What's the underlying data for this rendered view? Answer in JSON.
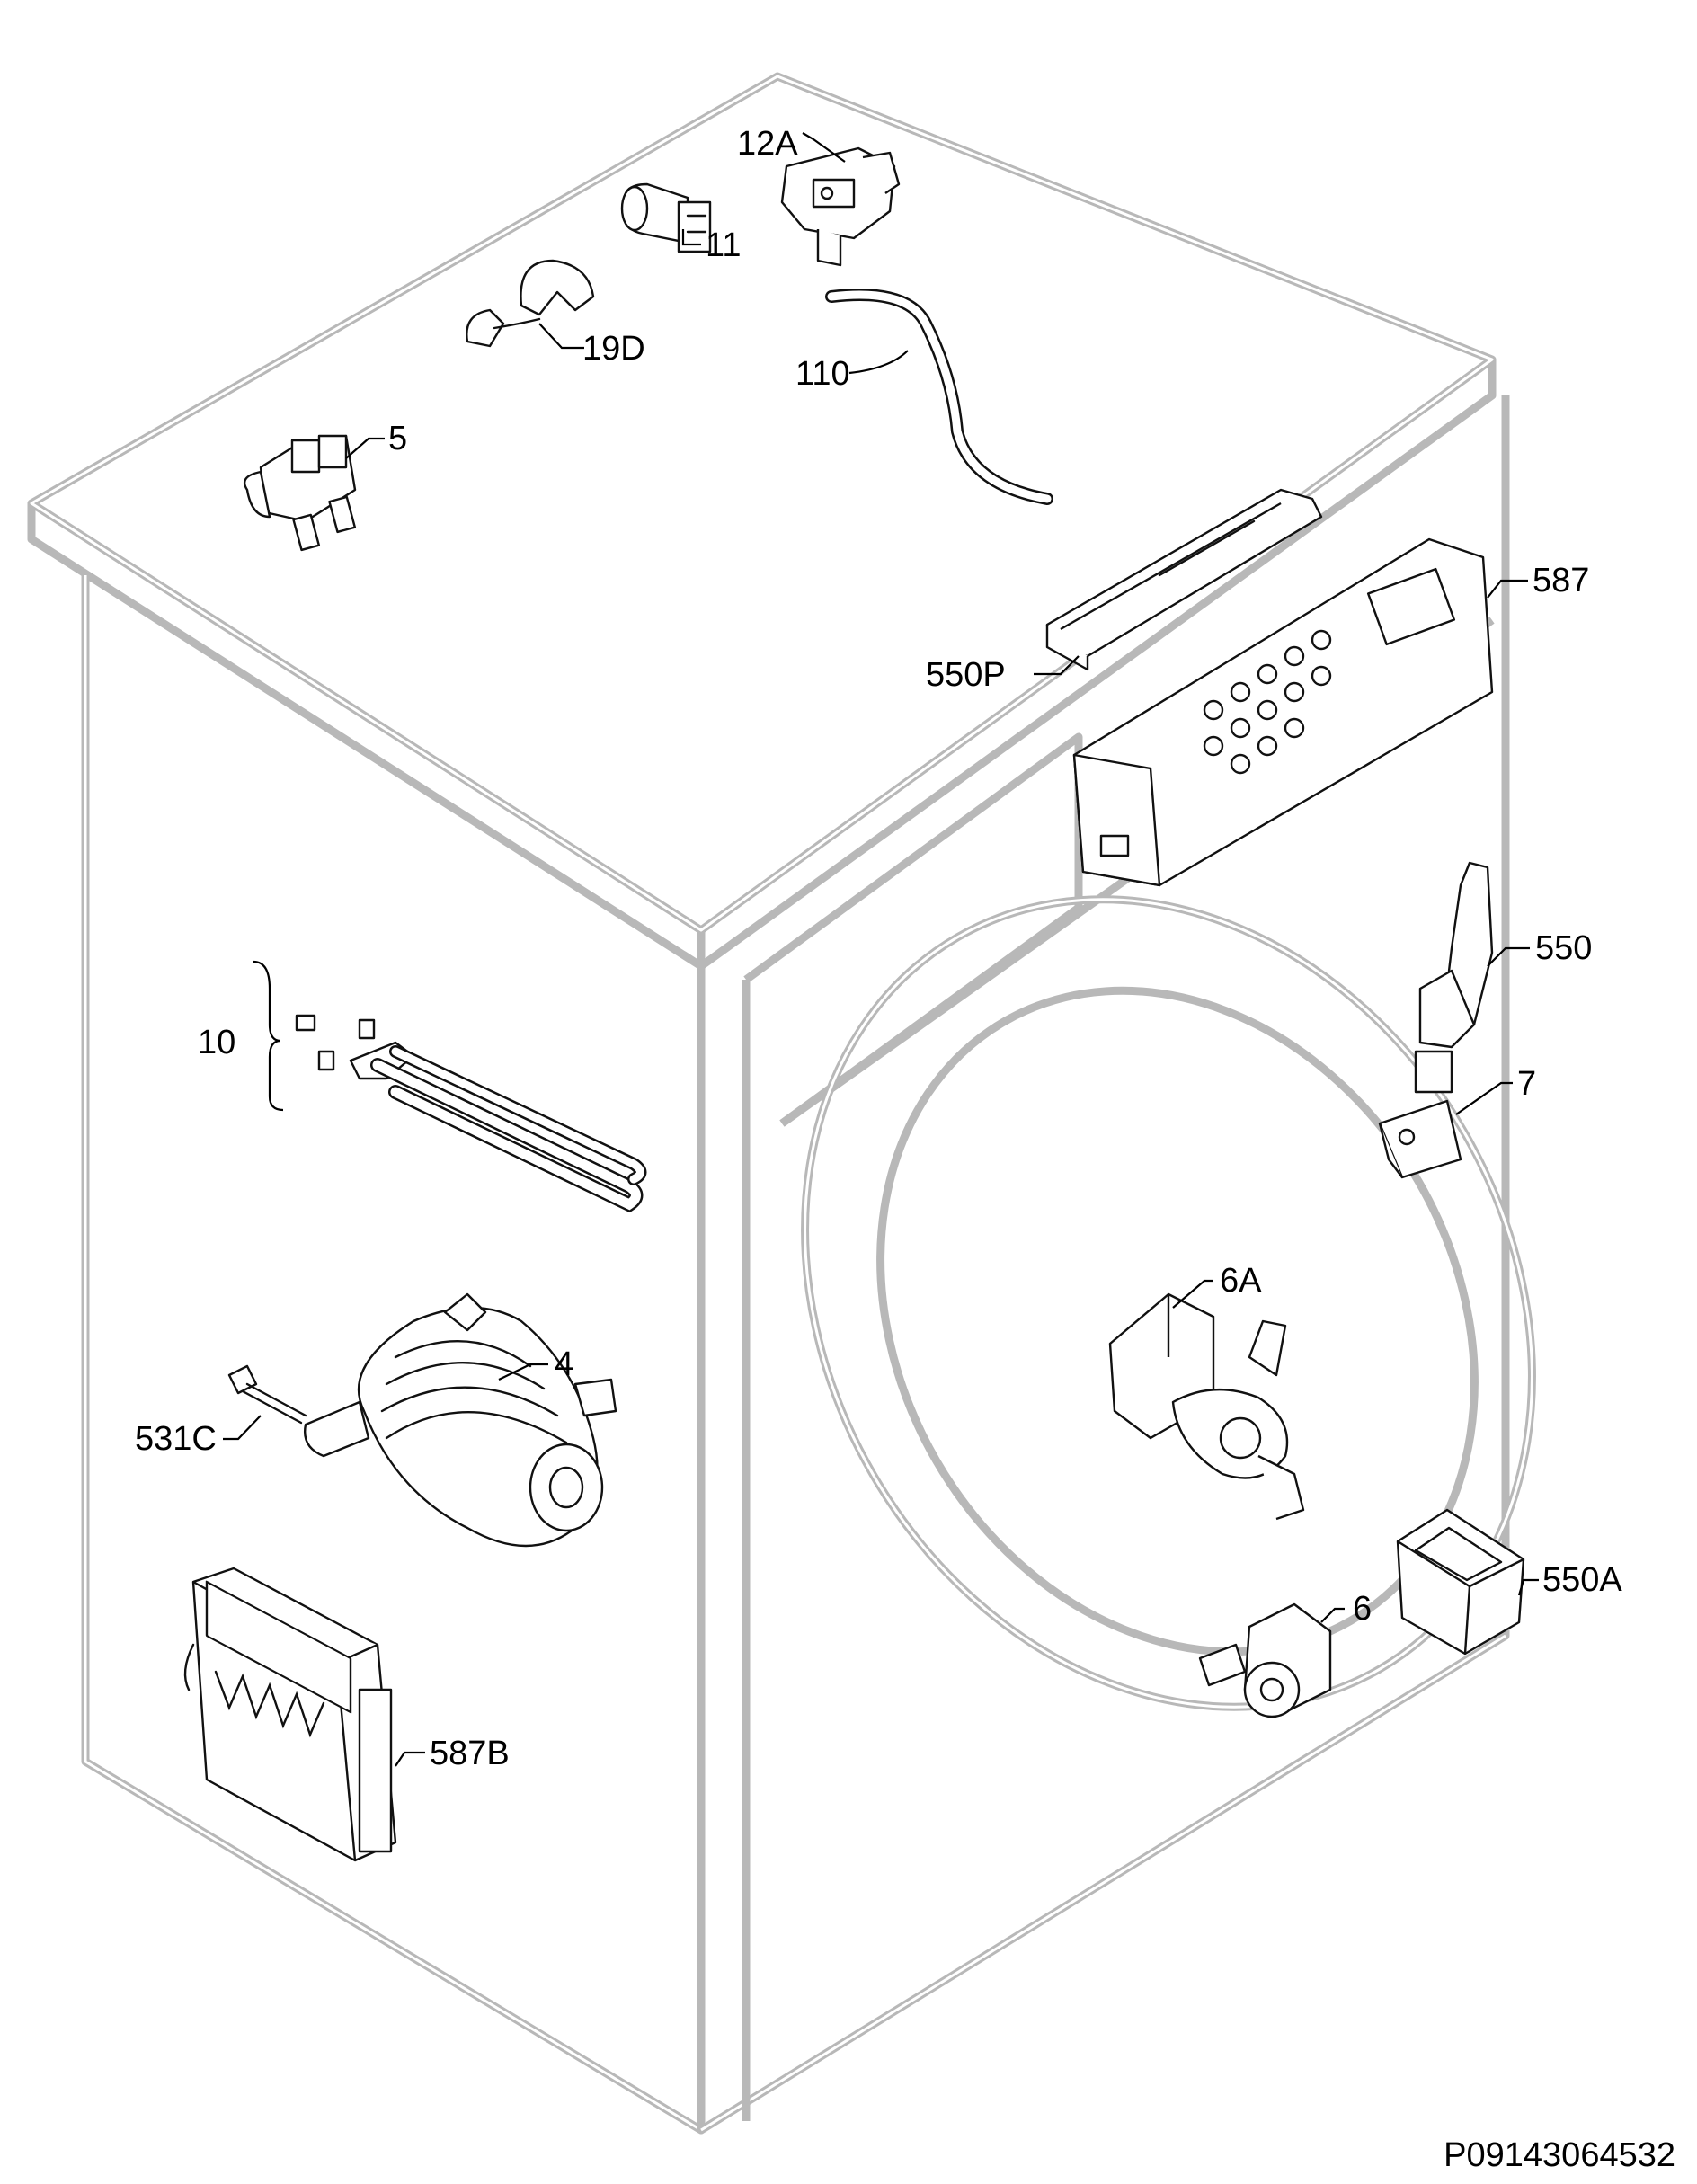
{
  "document_id": "P09143064532",
  "parts": [
    {
      "key": "p12A",
      "label": "12A",
      "icon": "pressure-switch-icon"
    },
    {
      "key": "p11",
      "label": "11",
      "icon": "capacitor-filter-icon"
    },
    {
      "key": "p19D",
      "label": "19D",
      "icon": "thermistor-sensor-icon"
    },
    {
      "key": "p110",
      "label": "110",
      "icon": "hose-icon"
    },
    {
      "key": "p5",
      "label": "5",
      "icon": "inlet-valve-icon"
    },
    {
      "key": "p587",
      "label": "587",
      "icon": "control-board-icon"
    },
    {
      "key": "p550P",
      "label": "550P",
      "icon": "control-panel-cover-icon"
    },
    {
      "key": "p550",
      "label": "550",
      "icon": "door-handle-icon"
    },
    {
      "key": "p7",
      "label": "7",
      "icon": "door-lock-icon"
    },
    {
      "key": "p10",
      "label": "10",
      "icon": "heating-element-icon"
    },
    {
      "key": "p6A",
      "label": "6A",
      "icon": "circulation-pump-icon"
    },
    {
      "key": "p4",
      "label": "4",
      "icon": "motor-icon"
    },
    {
      "key": "p531C",
      "label": "531C",
      "icon": "screw-icon"
    },
    {
      "key": "p550A",
      "label": "550A",
      "icon": "cover-cap-icon"
    },
    {
      "key": "p6",
      "label": "6",
      "icon": "drain-pump-icon"
    },
    {
      "key": "p587B",
      "label": "587B",
      "icon": "motor-control-module-icon"
    }
  ]
}
